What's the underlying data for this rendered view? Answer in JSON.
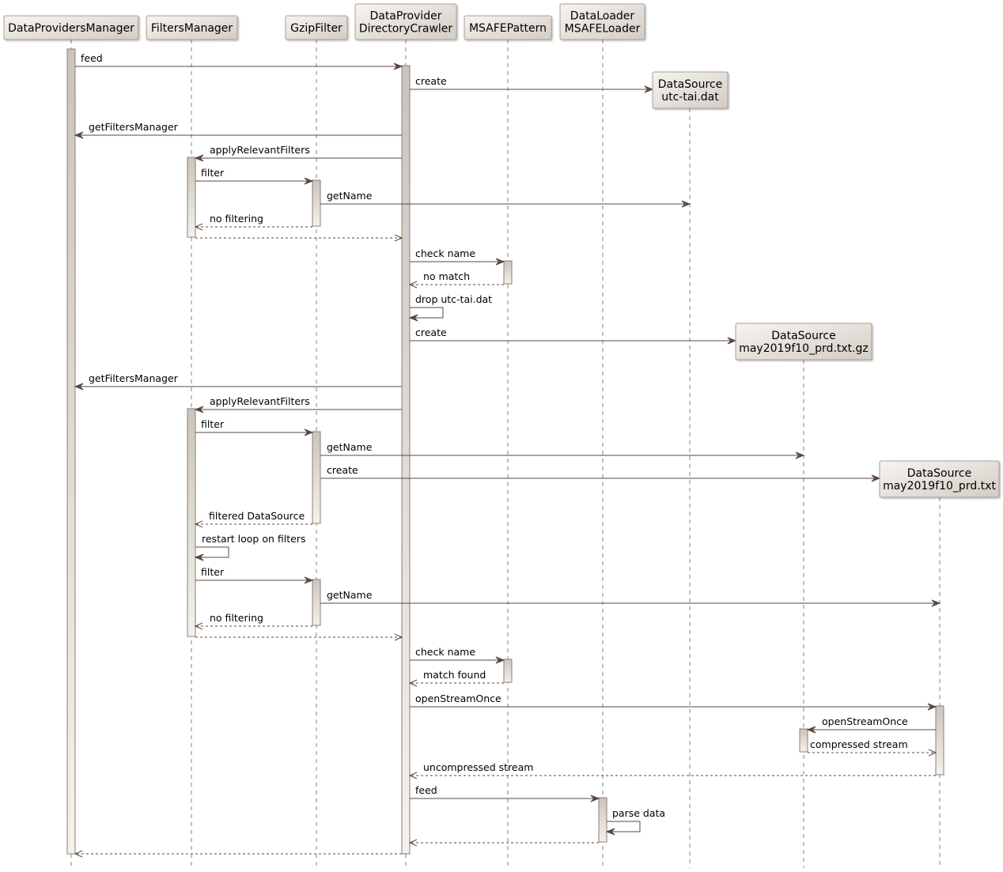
{
  "colors": {
    "arrow": "#5b4a40",
    "lifeline": "#8a7f78",
    "box_fill_start": "#f7f4ef",
    "box_fill_end": "#d2ccc4",
    "box_border": "#a8a09a",
    "activation_top": "#cbc4bc",
    "activation_bottom": "#f5f1eb",
    "activation_border": "#8a7f78"
  },
  "participants": [
    {
      "id": "dpm",
      "lines": [
        "DataProvidersManager"
      ]
    },
    {
      "id": "fm",
      "lines": [
        "FiltersManager"
      ]
    },
    {
      "id": "gz",
      "lines": [
        "GzipFilter"
      ]
    },
    {
      "id": "dc",
      "lines": [
        "DataProvider",
        "DirectoryCrawler"
      ]
    },
    {
      "id": "mp",
      "lines": [
        "MSAFEPattern"
      ]
    },
    {
      "id": "ml",
      "lines": [
        "DataLoader",
        "MSAFELoader"
      ]
    },
    {
      "id": "ds1",
      "lines": [
        "DataSource",
        "utc-tai.dat"
      ]
    },
    {
      "id": "ds2",
      "lines": [
        "DataSource",
        "may2019f10_prd.txt.gz"
      ]
    },
    {
      "id": "ds3",
      "lines": [
        "DataSource",
        "may2019f10_prd.txt"
      ]
    }
  ],
  "messages": [
    {
      "from": "dpm",
      "to": "dc",
      "label": "feed",
      "style": "sync"
    },
    {
      "from": "dc",
      "to": "ds1",
      "label": "create",
      "style": "create"
    },
    {
      "from": "dc",
      "to": "dpm",
      "label": "getFiltersManager",
      "style": "sync"
    },
    {
      "from": "dc",
      "to": "fm",
      "label": "applyRelevantFilters",
      "style": "sync"
    },
    {
      "from": "fm",
      "to": "gz",
      "label": "filter",
      "style": "sync"
    },
    {
      "from": "gz",
      "to": "ds1",
      "label": "getName",
      "style": "sync"
    },
    {
      "from": "gz",
      "to": "fm",
      "label": "no filtering",
      "style": "return"
    },
    {
      "from": "fm",
      "to": "dc",
      "label": "",
      "style": "return"
    },
    {
      "from": "dc",
      "to": "mp",
      "label": "check name",
      "style": "sync"
    },
    {
      "from": "mp",
      "to": "dc",
      "label": "no match",
      "style": "return"
    },
    {
      "from": "dc",
      "to": "dc",
      "label": "drop utc-tai.dat",
      "style": "self"
    },
    {
      "from": "dc",
      "to": "ds2",
      "label": "create",
      "style": "create"
    },
    {
      "from": "dc",
      "to": "dpm",
      "label": "getFiltersManager",
      "style": "sync"
    },
    {
      "from": "dc",
      "to": "fm",
      "label": "applyRelevantFilters",
      "style": "sync"
    },
    {
      "from": "fm",
      "to": "gz",
      "label": "filter",
      "style": "sync"
    },
    {
      "from": "gz",
      "to": "ds2",
      "label": "getName",
      "style": "sync"
    },
    {
      "from": "gz",
      "to": "ds3",
      "label": "create",
      "style": "create"
    },
    {
      "from": "gz",
      "to": "fm",
      "label": "filtered DataSource",
      "style": "return"
    },
    {
      "from": "fm",
      "to": "fm",
      "label": "restart loop on filters",
      "style": "self"
    },
    {
      "from": "fm",
      "to": "gz",
      "label": "filter",
      "style": "sync"
    },
    {
      "from": "gz",
      "to": "ds3",
      "label": "getName",
      "style": "sync"
    },
    {
      "from": "gz",
      "to": "fm",
      "label": "no filtering",
      "style": "return"
    },
    {
      "from": "fm",
      "to": "dc",
      "label": "",
      "style": "return"
    },
    {
      "from": "dc",
      "to": "mp",
      "label": "check name",
      "style": "sync"
    },
    {
      "from": "mp",
      "to": "dc",
      "label": "match found",
      "style": "return"
    },
    {
      "from": "dc",
      "to": "ds3",
      "label": "openStreamOnce",
      "style": "sync"
    },
    {
      "from": "ds3",
      "to": "ds2",
      "label": "openStreamOnce",
      "style": "sync"
    },
    {
      "from": "ds2",
      "to": "ds3",
      "label": "compressed stream",
      "style": "return"
    },
    {
      "from": "ds3",
      "to": "dc",
      "label": "uncompressed stream",
      "style": "return"
    },
    {
      "from": "dc",
      "to": "ml",
      "label": "feed",
      "style": "sync"
    },
    {
      "from": "ml",
      "to": "ml",
      "label": "parse data",
      "style": "self"
    },
    {
      "from": "ml",
      "to": "dc",
      "label": "",
      "style": "return"
    },
    {
      "from": "dc",
      "to": "dpm",
      "label": "",
      "style": "return"
    }
  ]
}
